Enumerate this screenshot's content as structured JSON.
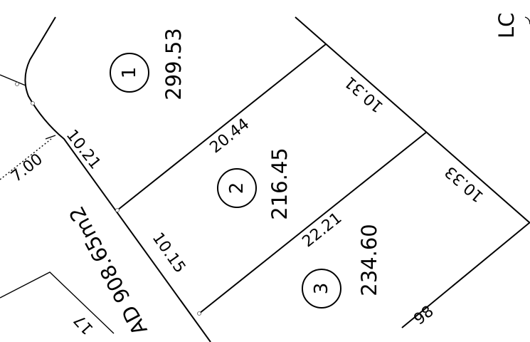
{
  "plan": {
    "lots": [
      {
        "number": "1",
        "area": "299.53"
      },
      {
        "number": "2",
        "area": "216.45"
      },
      {
        "number": "3",
        "area": "234.60"
      }
    ],
    "dimensions": {
      "lot1_front": "10.21",
      "lot1_rear": "10.31",
      "lot1_lot2_boundary": "20.44",
      "lot2_front": "10.15",
      "lot2_rear": "10.33",
      "lot2_lot3_boundary": "22.21",
      "road_offset": "7.00",
      "lot3_partial": "98",
      "left_partial": "17"
    },
    "road_label": "AD 908.65m2",
    "edge_label": "LC"
  }
}
